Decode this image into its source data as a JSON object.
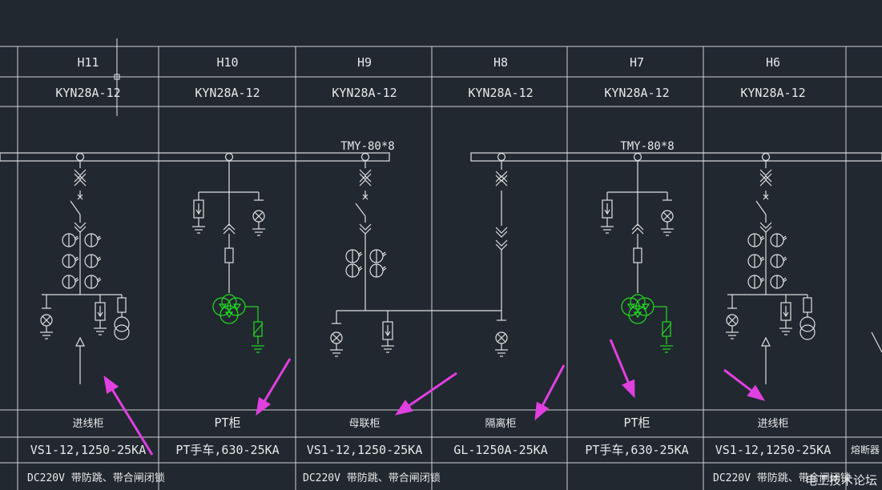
{
  "panels": [
    {
      "id": "H11",
      "model": "KYN28A-12",
      "type": "进线柜",
      "breaker": "VS1-12,1250-25KA",
      "note": "DC220V 带防跳、带合闸闭锁"
    },
    {
      "id": "H10",
      "model": "KYN28A-12",
      "type": "PT柜",
      "breaker": "PT手车,630-25KA",
      "note": ""
    },
    {
      "id": "H9",
      "model": "KYN28A-12",
      "type": "母联柜",
      "breaker": "VS1-12,1250-25KA",
      "note": "DC220V 带防跳、带合闸闭锁"
    },
    {
      "id": "H8",
      "model": "KYN28A-12",
      "type": "隔离柜",
      "breaker": "GL-1250A-25KA",
      "note": ""
    },
    {
      "id": "H7",
      "model": "KYN28A-12",
      "type": "PT柜",
      "breaker": "PT手车,630-25KA",
      "note": ""
    },
    {
      "id": "H6",
      "model": "KYN28A-12",
      "type": "进线柜",
      "breaker": "VS1-12,1250-25KA",
      "note": "DC220V 带防跳、带合闸闭锁"
    }
  ],
  "busbar_labels": [
    "TMY-80*8",
    "TMY-80*8"
  ],
  "partial_right_type": "熔断器",
  "watermark": "电工技术论坛",
  "colors": {
    "background": "#212830",
    "lines": "#e0e0e0",
    "pt": "#22dd22",
    "arrow": "#e040e0"
  }
}
